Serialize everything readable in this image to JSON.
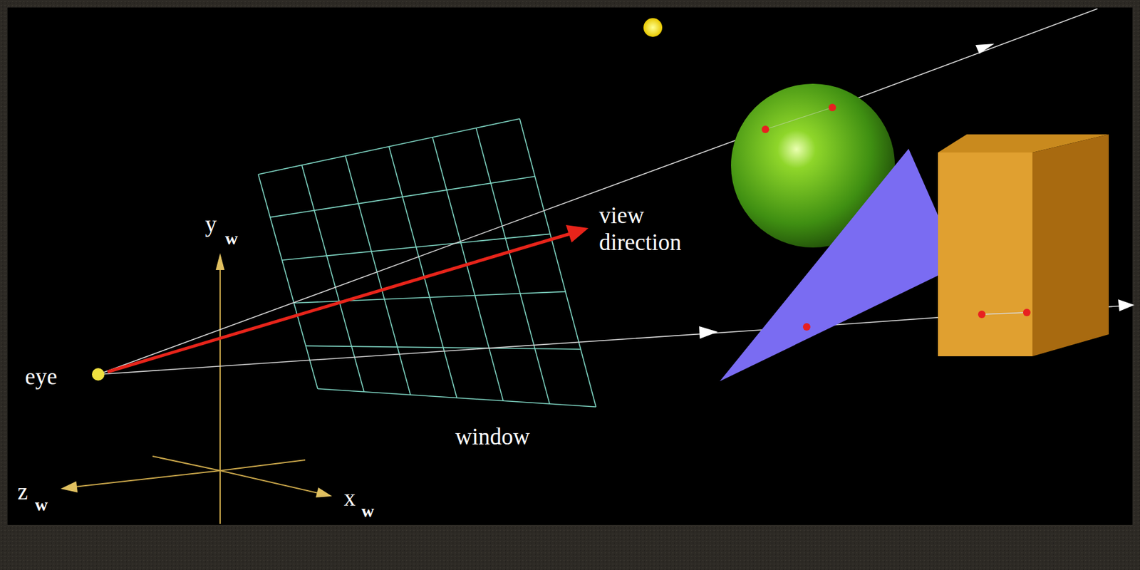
{
  "diagram": {
    "labels": [
      "y",
      "w",
      "view direction",
      "eye",
      "window",
      "z",
      "w",
      "x",
      "w"
    ]
  }
}
